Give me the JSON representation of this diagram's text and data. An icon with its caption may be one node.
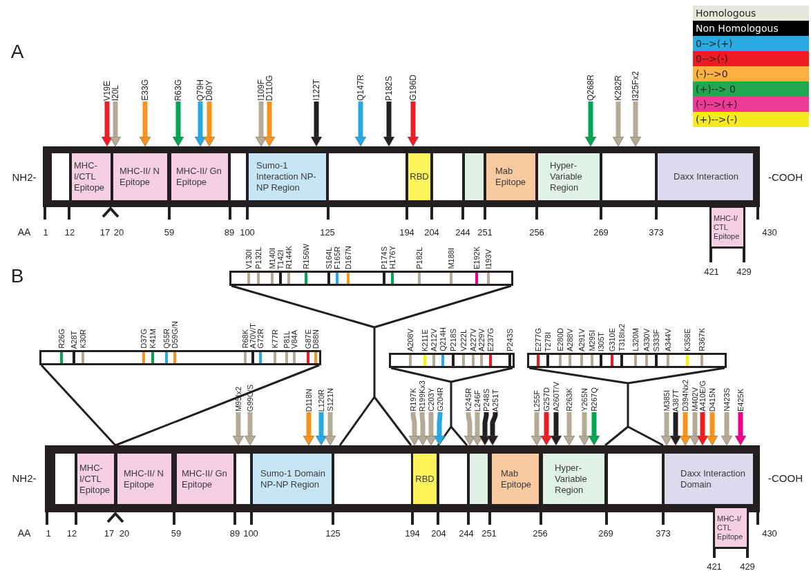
{
  "diagram": {
    "nodes": [
      {
        "text": [],
        "shape": "bar"
      },
      {
        "text": [],
        "shape": "box",
        "in": 0
      },
      {
        "text": [
          "MHC- I/CTL Epitope"
        ],
        "in": 0
      },
      {
        "text": [
          "MHC-II/ N Epitope"
        ],
        "in": 0
      },
      {
        "text": [
          "MHC-II/ Gn Epitope"
        ],
        "in": 0
      },
      {
        "text": [],
        "shape": "box",
        "in": 0
      },
      {
        "text": [
          "Sumo-1 Interaction NP-NP Region"
        ],
        "in": 0
      },
      {
        "text": [],
        "shape": "box",
        "in": 0
      },
      {
        "text": [
          "RBD"
        ],
        "in": 0
      },
      {
        "text": [],
        "shape": "box",
        "in": 0
      },
      {
        "text": [],
        "shape": "box",
        "in": 0
      },
      {
        "text": [
          "Mab Epitope"
        ],
        "in": 0
      },
      {
        "text": [
          "Hyper- Variable Region"
        ],
        "in": 0
      },
      {
        "text": [],
        "shape": "box",
        "in": 0
      },
      {
        "text": [
          "Daxx Interaction"
        ],
        "in": 0
      },
      {
        "text": [
          "MHC-I/ CTL Epitope"
        ]
      },
      {
        "text": [
          "V19E"
        ]
      },
      {
        "text": [
          "I20L"
        ]
      },
      {
        "text": [
          "E33G"
        ]
      },
      {
        "text": [
          "R63G"
        ]
      },
      {
        "text": [
          "Q79H"
        ]
      },
      {
        "text": [
          "D80Y"
        ]
      },
      {
        "text": [
          "I109F"
        ]
      },
      {
        "text": [
          "D110G"
        ]
      },
      {
        "text": [
          "I122T"
        ]
      },
      {
        "text": [
          "Q147R"
        ]
      },
      {
        "text": [
          "P182S"
        ]
      },
      {
        "text": [
          "G196D"
        ]
      },
      {
        "text": [
          "Q268R"
        ]
      },
      {
        "text": [
          "K282R"
        ]
      },
      {
        "text": [
          "I325Fx2"
        ]
      },
      {
        "text": [],
        "shape": "bar"
      },
      {
        "text": [],
        "shape": "box",
        "in": 31
      },
      {
        "text": [
          "MHC- I/CTL Epitope"
        ],
        "in": 31
      },
      {
        "text": [
          "MHC-II/ N Epitope"
        ],
        "in": 31
      },
      {
        "text": [
          "MHC-II/ Gn Epitope"
        ],
        "in": 31
      },
      {
        "text": [],
        "shape": "box",
        "in": 31
      },
      {
        "text": [
          "Sumo-1 Domain NP-NP Region"
        ],
        "in": 31
      },
      {
        "text": [],
        "shape": "box",
        "in": 31
      },
      {
        "text": [
          "RBD"
        ],
        "in": 31
      },
      {
        "text": [],
        "shape": "box",
        "in": 31
      },
      {
        "text": [],
        "shape": "box",
        "in": 31
      },
      {
        "text": [
          "Mab Epitope"
        ],
        "in": 31
      },
      {
        "text": [
          "Hyper- Variable Region"
        ],
        "in": 31
      },
      {
        "text": [],
        "shape": "box",
        "in": 31
      },
      {
        "text": [
          "Daxx Interaction Domain"
        ],
        "in": 31
      },
      {
        "text": [
          "MHC-I/ CTL Epitope"
        ]
      },
      {
        "text": [],
        "shape": "box",
        "beside": [
          "V130I",
          "P132L",
          "M140I",
          "T142I",
          "R144K",
          "R156W",
          "S164L",
          "F165R",
          "D167N",
          "P174S",
          "H176Y",
          "P182L",
          "M188I",
          "E192K",
          "I193V"
        ]
      },
      {
        "text": [],
        "shape": "box",
        "beside": [
          "R26G",
          "A28T",
          "K30R",
          "D37G",
          "K41M",
          "Q55R",
          "D59G/N",
          "R68K",
          "A70V/T",
          "G72R",
          "K77R",
          "P81L",
          "V84A",
          "G87E",
          "D88N"
        ]
      },
      {
        "text": [],
        "shape": "box",
        "beside": [
          "A208V",
          "K211E",
          "A212V",
          "Q214H",
          "P218S",
          "V222L",
          "A227V",
          "A229V",
          "E237G",
          "P243S"
        ]
      },
      {
        "text": [],
        "shape": "box",
        "beside": [
          "E277G",
          "T278I",
          "E280D",
          "A288V",
          "A291V",
          "M295I",
          "I305T",
          "G310E",
          "T318Ix2",
          "L320M",
          "A330V",
          "S333F",
          "A344V",
          "K358E",
          "R367K"
        ]
      },
      {
        "text": [
          "M95Ix2"
        ]
      },
      {
        "text": [
          "G99C/S"
        ]
      },
      {
        "text": [
          "D118N"
        ]
      },
      {
        "text": [
          "L120R"
        ]
      },
      {
        "text": [
          "S121N"
        ]
      },
      {
        "text": [
          "R197K"
        ]
      },
      {
        "text": [
          "R199Kx3"
        ]
      },
      {
        "text": [
          "C203Y"
        ]
      },
      {
        "text": [
          "G204R"
        ]
      },
      {
        "text": [
          "K245R"
        ]
      },
      {
        "text": [
          "L246F"
        ]
      },
      {
        "text": [
          "P248S"
        ]
      },
      {
        "text": [
          "A251T"
        ]
      },
      {
        "text": [
          "L255F"
        ]
      },
      {
        "text": [
          "G257D"
        ]
      },
      {
        "text": [
          "A260T/V"
        ]
      },
      {
        "text": [
          "R263K"
        ]
      },
      {
        "text": [
          "Y265N"
        ]
      },
      {
        "text": [
          "R267Q"
        ]
      },
      {
        "text": [
          "M385I"
        ]
      },
      {
        "text": [
          "A387T"
        ]
      },
      {
        "text": [
          "D394Nx2"
        ]
      },
      {
        "text": [
          "M402V"
        ]
      },
      {
        "text": [
          "A410E/G"
        ]
      },
      {
        "text": [
          "D415N"
        ]
      },
      {
        "text": [
          "N423S"
        ]
      },
      {
        "text": [
          "E425K"
        ]
      }
    ],
    "edges": [
      {
        "from": 16,
        "to": 0,
        "arrow": "to",
        "color": "#ed1c24"
      },
      {
        "from": 17,
        "to": 0,
        "arrow": "to"
      },
      {
        "from": 18,
        "to": 0,
        "arrow": "to",
        "color": "#f7941d"
      },
      {
        "from": 19,
        "to": 0,
        "arrow": "to",
        "color": "#00a651"
      },
      {
        "from": 20,
        "to": 0,
        "arrow": "to",
        "color": "#27aae1"
      },
      {
        "from": 21,
        "to": 0,
        "arrow": "to",
        "color": "#f7941d"
      },
      {
        "from": 22,
        "to": 0,
        "arrow": "to"
      },
      {
        "from": 23,
        "to": 0,
        "arrow": "to",
        "color": "#f7941d"
      },
      {
        "from": 24,
        "to": 0,
        "arrow": "to",
        "color": "#231f20"
      },
      {
        "from": 25,
        "to": 0,
        "arrow": "to",
        "color": "#27aae1"
      },
      {
        "from": 26,
        "to": 0,
        "arrow": "to",
        "color": "#231f20"
      },
      {
        "from": 27,
        "to": 0,
        "arrow": "to",
        "color": "#ed1c24"
      },
      {
        "from": 28,
        "to": 0,
        "arrow": "to",
        "color": "#00a651"
      },
      {
        "from": 29,
        "to": 0,
        "arrow": "to"
      },
      {
        "from": 30,
        "to": 0,
        "arrow": "to"
      },
      {
        "from": 47,
        "to": 31,
        "arrow": "none",
        "color": "#231f20"
      },
      {
        "from": 48,
        "to": 31,
        "arrow": "none",
        "color": "#231f20"
      },
      {
        "from": 49,
        "to": 31,
        "arrow": "none",
        "color": "#231f20"
      },
      {
        "from": 50,
        "to": 31,
        "arrow": "none",
        "color": "#231f20"
      },
      {
        "from": 51,
        "to": 31,
        "arrow": "to"
      },
      {
        "from": 52,
        "to": 31,
        "arrow": "to"
      },
      {
        "from": 53,
        "to": 31,
        "arrow": "to",
        "color": "#f7941d"
      },
      {
        "from": 54,
        "to": 31,
        "arrow": "to",
        "color": "#27aae1"
      },
      {
        "from": 55,
        "to": 31,
        "arrow": "to"
      },
      {
        "from": 56,
        "to": 31,
        "arrow": "to"
      },
      {
        "from": 57,
        "to": 31,
        "arrow": "to"
      },
      {
        "from": 58,
        "to": 31,
        "arrow": "to"
      },
      {
        "from": 59,
        "to": 31,
        "arrow": "to",
        "color": "#27aae1"
      },
      {
        "from": 60,
        "to": 31,
        "arrow": "to"
      },
      {
        "from": 61,
        "to": 31,
        "arrow": "to"
      },
      {
        "from": 62,
        "to": 31,
        "arrow": "to",
        "color": "#231f20"
      },
      {
        "from": 63,
        "to": 31,
        "arrow": "to",
        "color": "#231f20"
      },
      {
        "from": 64,
        "to": 31,
        "arrow": "to"
      },
      {
        "from": 65,
        "to": 31,
        "arrow": "to",
        "color": "#ed1c24"
      },
      {
        "from": 66,
        "to": 31,
        "arrow": "to",
        "color": "#231f20"
      },
      {
        "from": 67,
        "to": 31,
        "arrow": "to"
      },
      {
        "from": 68,
        "to": 31,
        "arrow": "to"
      },
      {
        "from": 69,
        "to": 31,
        "arrow": "to",
        "color": "#00a651"
      },
      {
        "from": 70,
        "to": 31,
        "arrow": "to"
      },
      {
        "from": 71,
        "to": 31,
        "arrow": "to",
        "color": "#231f20"
      },
      {
        "from": 72,
        "to": 31,
        "arrow": "to",
        "color": "#f7941d"
      },
      {
        "from": 73,
        "to": 31,
        "arrow": "to"
      },
      {
        "from": 74,
        "to": 31,
        "arrow": "to",
        "color": "#ed1c24"
      },
      {
        "from": 75,
        "to": 31,
        "arrow": "to",
        "color": "#f7941d"
      },
      {
        "from": 76,
        "to": 31,
        "arrow": "to"
      },
      {
        "from": 77,
        "to": 31,
        "arrow": "to",
        "color": "#ec008c"
      }
    ],
    "labels": [
      "A",
      "NH2-",
      "-COOH",
      "AA",
      "1",
      "12",
      "17",
      "20",
      "59",
      "89",
      "100",
      "125",
      "194",
      "204",
      "244",
      "251",
      "256",
      "269",
      "373",
      "430",
      "421",
      "429",
      "B",
      "NH2-",
      "-COOH",
      "AA",
      "1",
      "12",
      "17",
      "20",
      "59",
      "89",
      "100",
      "125",
      "194",
      "204",
      "244",
      "251",
      "256",
      "269",
      "373",
      "430",
      "421",
      "429"
    ],
    "legend": [
      {
        "text": "Homologous",
        "color": "#e6e7da"
      },
      {
        "text": "Non Homologous",
        "color": "#000000"
      },
      {
        "text": "0-->(+)",
        "color": "#29abe2"
      },
      {
        "text": "0-->(-)",
        "color": "#ed1c24"
      },
      {
        "text": "(-)-->0",
        "color": "#fbb040"
      },
      {
        "text": "(+)--> 0",
        "color": "#1fa84f"
      },
      {
        "text": "(-)-->(+)",
        "color": "#ec3a96"
      },
      {
        "text": "(+)-->(-)",
        "color": "#f4eb1f"
      }
    ]
  }
}
